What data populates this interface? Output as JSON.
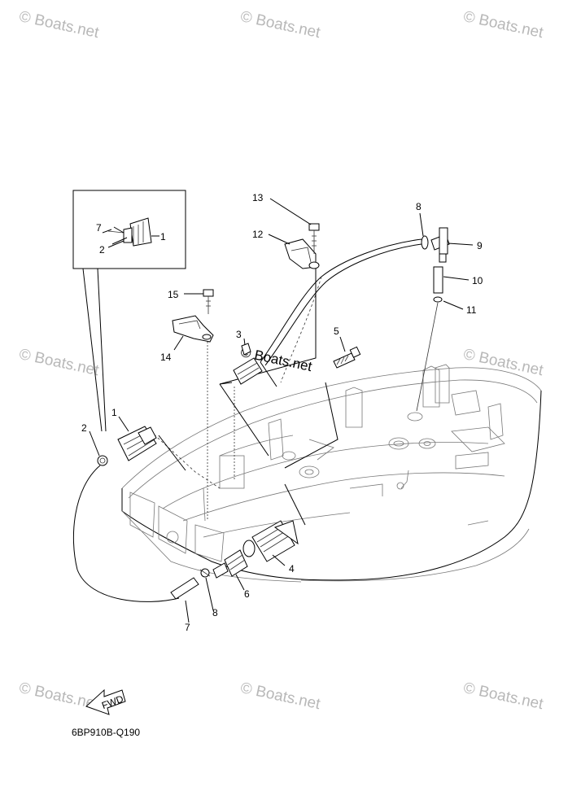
{
  "watermarks": [
    "© Boats.net",
    "© Boats.net",
    "© Boats.net",
    "© Boats.net",
    "© Boats.net",
    "© Boats.net",
    "© Boats.net",
    "© Boats.net",
    "© Boats.net"
  ],
  "inset_labels": [
    "7",
    "2",
    "1"
  ],
  "callouts": [
    "1",
    "2",
    "3",
    "4",
    "5",
    "6",
    "7",
    "8",
    "8",
    "9",
    "10",
    "11",
    "12",
    "13",
    "14",
    "15",
    "7"
  ],
  "fwd_label": "FWD",
  "diagram_code": "6BP910B-Q190"
}
